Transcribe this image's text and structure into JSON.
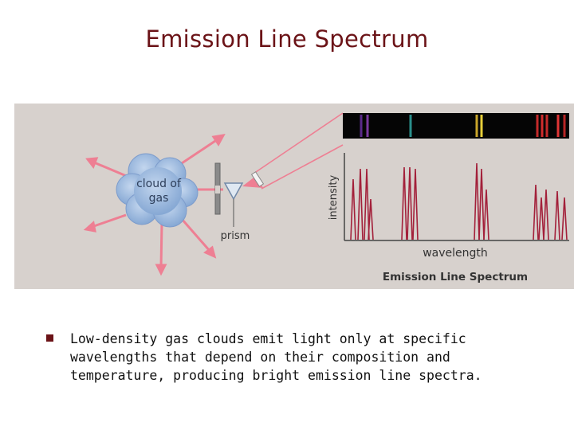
{
  "slide": {
    "title": "Emission Line Spectrum",
    "bullet": "Low-density gas clouds emit light only at specific wavelengths that depend on their composition and temperature, producing bright emission line spectra."
  },
  "figure": {
    "cloud_label_line1": "cloud of",
    "cloud_label_line2": "gas",
    "prism_label": "prism",
    "y_axis_label": "intensity",
    "x_axis_label": "wavelength",
    "caption": "Emission Line Spectrum",
    "colors": {
      "background": "#d7d1cd",
      "cloud": "#9ab8dc",
      "light_rays": "#ee7f93",
      "spectrum_peaks": "#a3203a",
      "title": "#6b1317"
    },
    "bright_lines": [
      {
        "color": "#5a2a8a"
      },
      {
        "color": "#7a3aa0"
      },
      {
        "color": "#2a8f8c"
      },
      {
        "color": "#c9a52a"
      },
      {
        "color": "#e8cf3a"
      },
      {
        "color": "#c42a2a"
      },
      {
        "color": "#d12d2d"
      },
      {
        "color": "#c42a2a"
      },
      {
        "color": "#e03535"
      },
      {
        "color": "#b82525"
      }
    ]
  }
}
